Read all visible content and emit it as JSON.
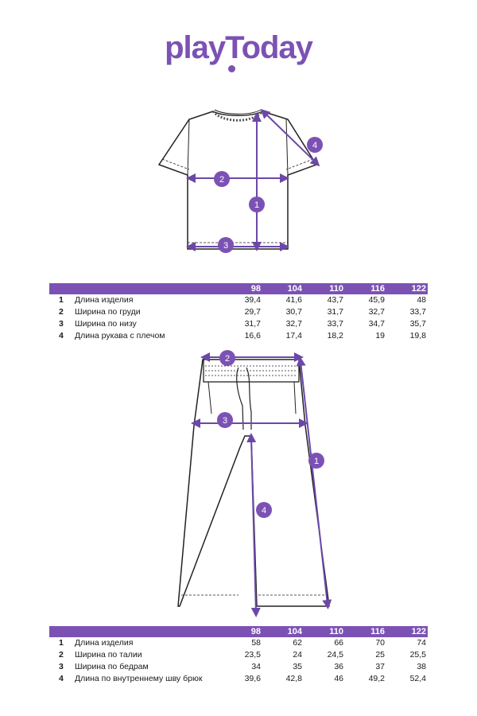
{
  "brand": {
    "logo_text": "playToday"
  },
  "colors": {
    "accent": "#7b52b4",
    "header_text": "#ffffff",
    "ink": "#1a1a1a"
  },
  "tshirt_drawing": {
    "markers": [
      "1",
      "2",
      "3",
      "4"
    ]
  },
  "pants_drawing": {
    "markers": [
      "1",
      "2",
      "3",
      "4"
    ]
  },
  "tshirt_table": {
    "sizes": [
      "98",
      "104",
      "110",
      "116",
      "122"
    ],
    "rows": [
      {
        "num": "1",
        "label": "Длина изделия",
        "values": [
          "39,4",
          "41,6",
          "43,7",
          "45,9",
          "48"
        ]
      },
      {
        "num": "2",
        "label": "Ширина по груди",
        "values": [
          "29,7",
          "30,7",
          "31,7",
          "32,7",
          "33,7"
        ]
      },
      {
        "num": "3",
        "label": "Ширина по низу",
        "values": [
          "31,7",
          "32,7",
          "33,7",
          "34,7",
          "35,7"
        ]
      },
      {
        "num": "4",
        "label": "Длина рукава с плечом",
        "values": [
          "16,6",
          "17,4",
          "18,2",
          "19",
          "19,8"
        ]
      }
    ]
  },
  "pants_table": {
    "sizes": [
      "98",
      "104",
      "110",
      "116",
      "122"
    ],
    "rows": [
      {
        "num": "1",
        "label": "Длина изделия",
        "values": [
          "58",
          "62",
          "66",
          "70",
          "74"
        ]
      },
      {
        "num": "2",
        "label": "Ширина по талии",
        "values": [
          "23,5",
          "24",
          "24,5",
          "25",
          "25,5"
        ]
      },
      {
        "num": "3",
        "label": "Ширина по бедрам",
        "values": [
          "34",
          "35",
          "36",
          "37",
          "38"
        ]
      },
      {
        "num": "4",
        "label": "Длина по внутреннему шву брюк",
        "values": [
          "39,6",
          "42,8",
          "46",
          "49,2",
          "52,4"
        ]
      }
    ]
  }
}
